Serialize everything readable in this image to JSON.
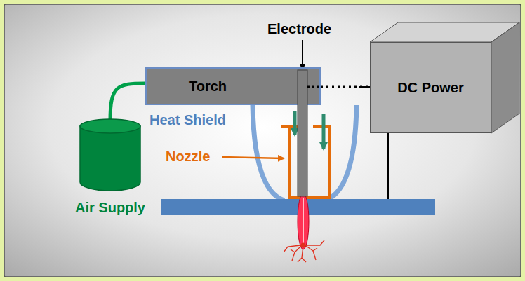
{
  "diagram": {
    "nodes": [
      {
        "text": [
          "Torch"
        ]
      },
      {
        "text": [
          "DC Power"
        ]
      },
      {
        "text": [
          "Air Supply"
        ]
      }
    ],
    "edges": [
      {
        "from": 2,
        "to": 0,
        "arrow": "none"
      },
      {
        "from": 0,
        "to": 1,
        "arrow": "none"
      }
    ],
    "labels": [
      "Electrode",
      "Heat Shield",
      "Nozzle"
    ]
  }
}
